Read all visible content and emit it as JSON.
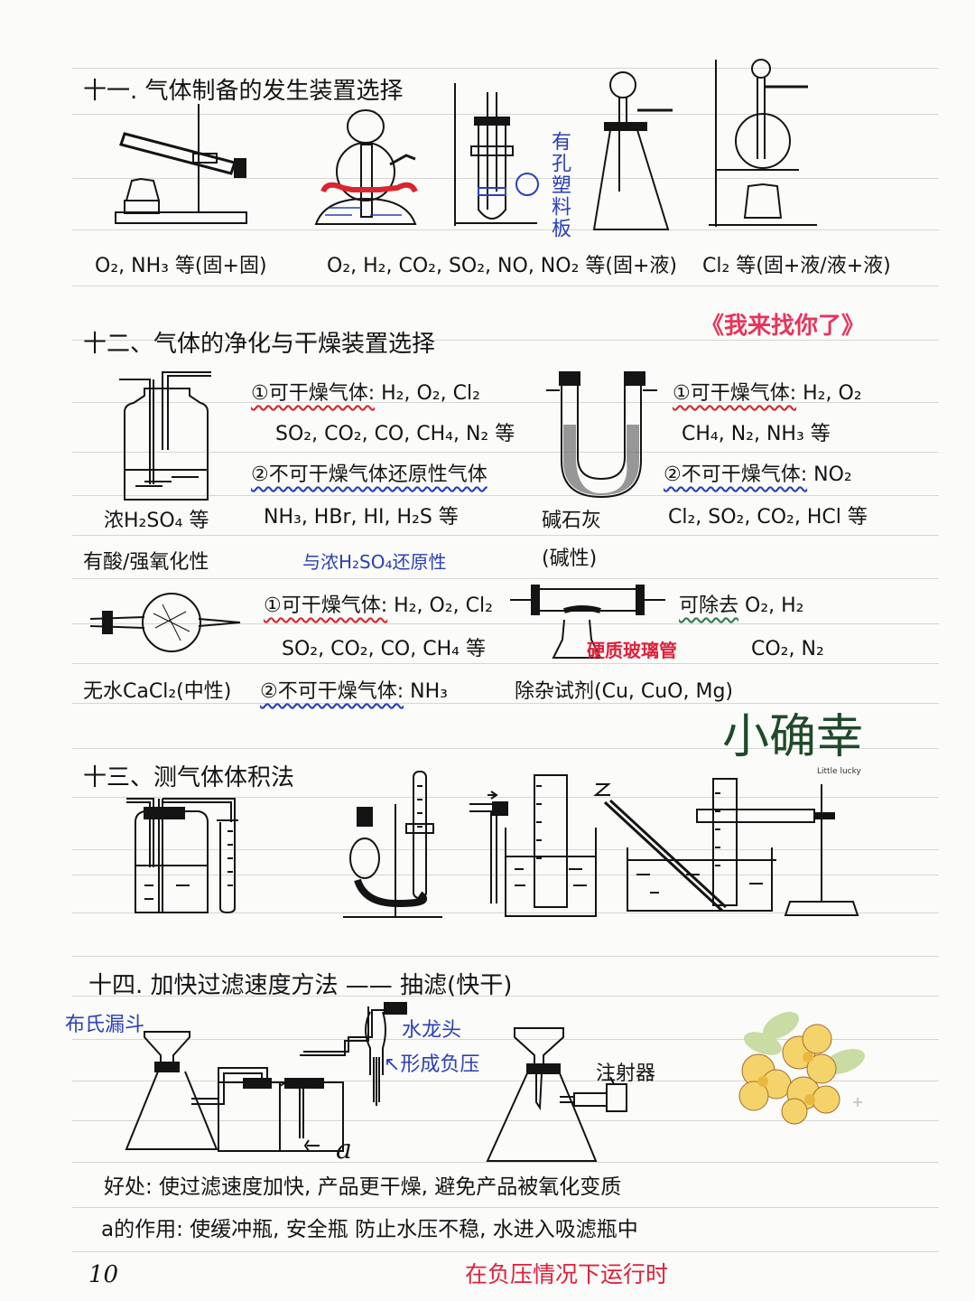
{
  "page_number": "10",
  "sections": {
    "s11": {
      "title": "十一. 气体制备的发生装置选择",
      "labels": {
        "solid_solid": "O₂, NH₃ 等(固+固)",
        "solid_liquid": "O₂, H₂, CO₂, SO₂, NO, NO₂ 等(固+液)",
        "heated_liquid": "Cl₂ 等(固+液/液+液)",
        "perforated_plate": "有孔塑料板"
      }
    },
    "s12": {
      "title": "十二、气体的净化与干燥装置选择",
      "sticker": "《我来找你了》",
      "conc_h2so4": {
        "name": "浓H₂SO₄ 等",
        "property": "有酸/强氧化性",
        "can_dry_label": "①可干燥气体:",
        "can_dry_line1": "H₂, O₂, Cl₂",
        "can_dry_line2": "SO₂, CO₂, CO, CH₄, N₂ 等",
        "cannot_dry_label": "②不可干燥气体还原性气体",
        "cannot_dry_line": "NH₃, HBr, HI, H₂S 等",
        "note": "与浓H₂SO₄还原性"
      },
      "soda_lime": {
        "name": "碱石灰",
        "property": "(碱性)",
        "can_dry_label": "①可干燥气体:",
        "can_dry_line1": "H₂, O₂",
        "can_dry_line2": "CH₄, N₂, NH₃ 等",
        "cannot_dry_label": "②不可干燥气体:",
        "cannot_dry_line1": "NO₂",
        "cannot_dry_line2": "Cl₂, SO₂, CO₂, HCl 等"
      },
      "cacl2": {
        "name": "无水CaCl₂(中性)",
        "can_dry_label": "①可干燥气体:",
        "can_dry_line1": "H₂, O₂, Cl₂",
        "can_dry_line2": "SO₂, CO₂, CO, CH₄ 等",
        "cannot_dry_label": "②不可干燥气体:",
        "cannot_dry_line": "NH₃"
      },
      "hard_glass_tube": {
        "tube_label": "硬质玻璃管",
        "remove_label": "可除去",
        "remove_line1": "O₂, H₂",
        "remove_line2": "CO₂, N₂",
        "reagent": "除杂试剂(Cu, CuO, Mg)"
      }
    },
    "sticker2": {
      "main": "小确幸",
      "sub": "Little lucky"
    },
    "s13": {
      "title": "十三、测气体体积法"
    },
    "s14": {
      "title": "十四. 加快过滤速度方法 —— 抽滤(快干)",
      "buchner": "布氏漏斗",
      "faucet": "水龙头",
      "vacuum": "↖形成负压",
      "syringe": "注射器",
      "a_label": "a",
      "benefit": "好处: 使过滤速度加快, 产品更干燥, 避免产品被氧化变质",
      "a_role": "a的作用: 使缓冲瓶, 安全瓶 防止水压不稳, 水进入吸滤瓶中",
      "red_note": "在负压情况下运行时"
    }
  }
}
